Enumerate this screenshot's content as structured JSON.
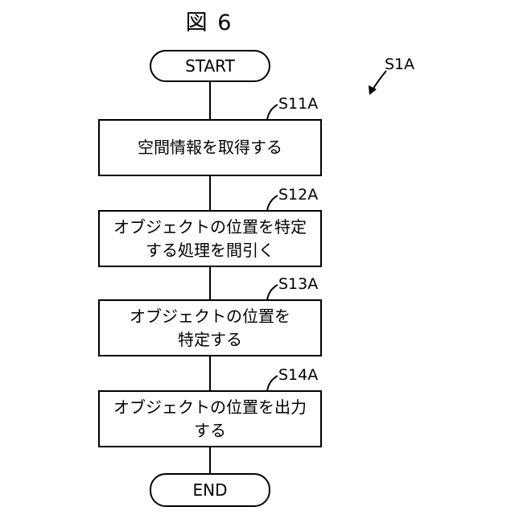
{
  "figure_title": "図 6",
  "process_label": "S1A",
  "start_label": "START",
  "end_label": "END",
  "steps": [
    {
      "id": "S11A",
      "text": "空間情報を取得する"
    },
    {
      "id": "S12A",
      "text": "オブジェクトの位置を特定\nする処理を間引く"
    },
    {
      "id": "S13A",
      "text": "オブジェクトの位置を\n特定する"
    },
    {
      "id": "S14A",
      "text": "オブジェクトの位置を出力\nする"
    }
  ]
}
